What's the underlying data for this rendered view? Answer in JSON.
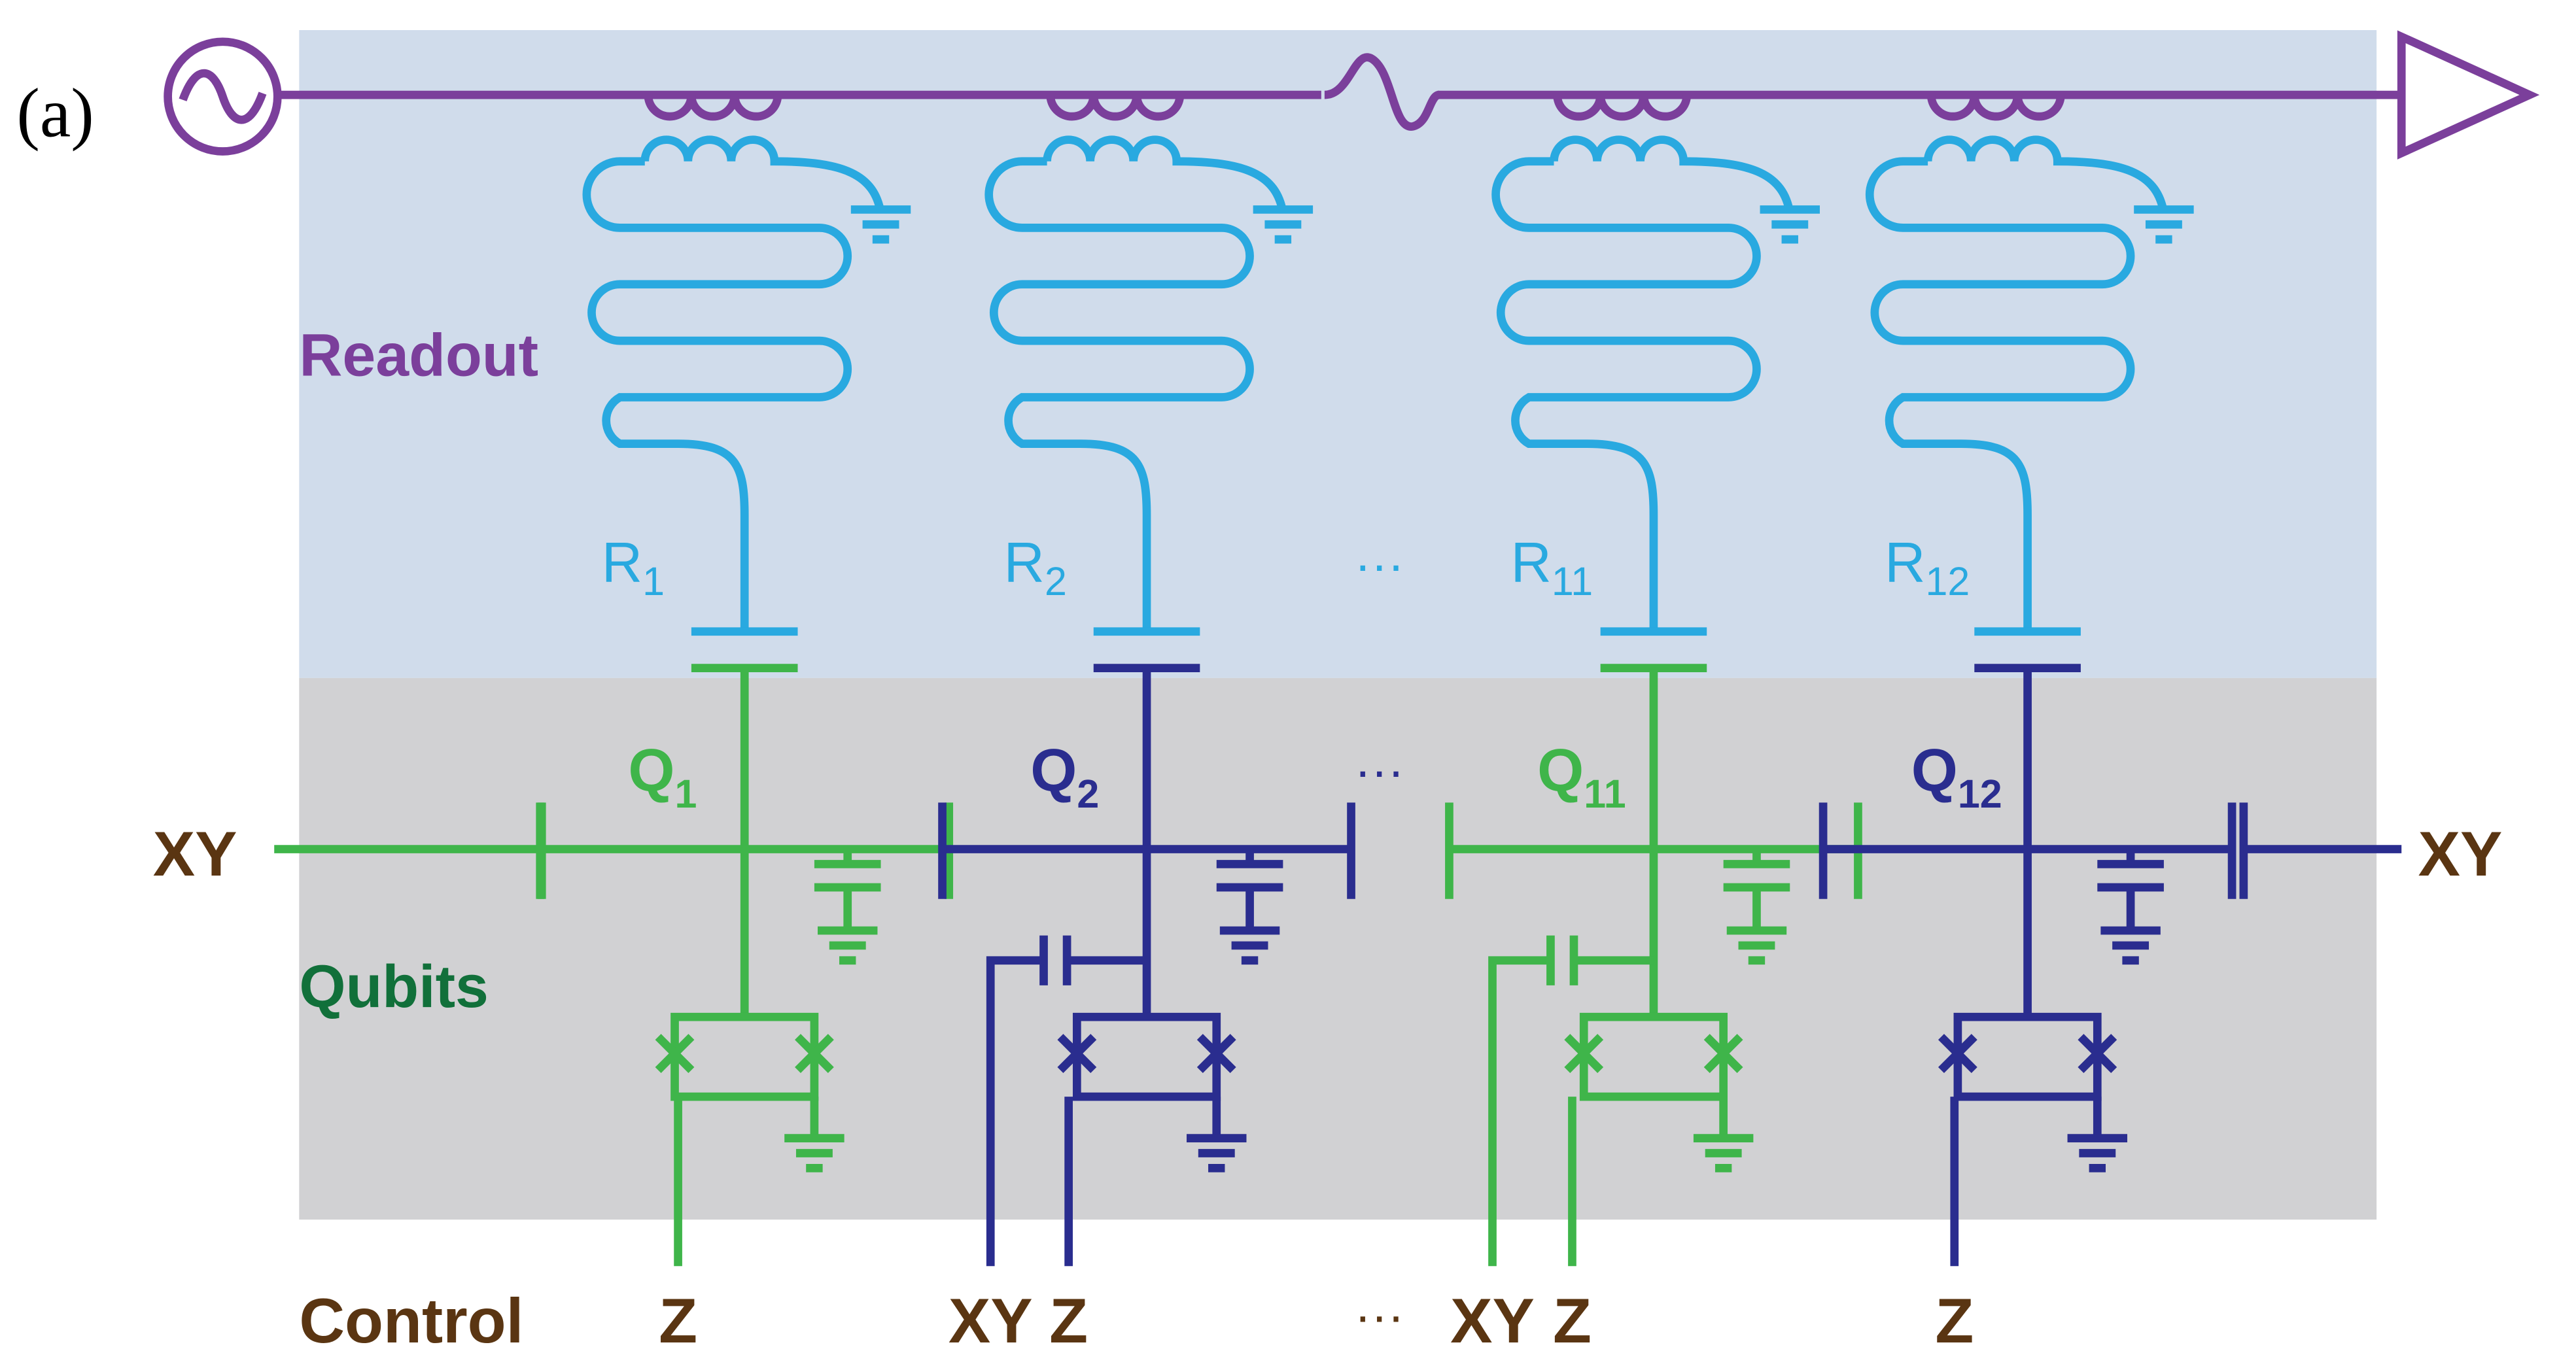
{
  "panel_label": "(a)",
  "sections": {
    "readout": "Readout",
    "qubits": "Qubits",
    "control": "Control"
  },
  "colors": {
    "readout_bg": "#d0dceb",
    "qubit_bg": "#d1d1d3",
    "feedline": "#7b3f9b",
    "resonator": "#29a9e0",
    "qubit_green": "#3fb54a",
    "qubit_navy": "#2a2d8f",
    "label_brown": "#5a3512",
    "label_green": "#11703a"
  },
  "left_xy": "XY",
  "right_xy": "XY",
  "ellipsis": "···",
  "units": [
    {
      "r_main": "R",
      "r_sub": "1",
      "q_main": "Q",
      "q_sub": "1",
      "color": "qubit_green",
      "controls": [
        "Z"
      ]
    },
    {
      "r_main": "R",
      "r_sub": "2",
      "q_main": "Q",
      "q_sub": "2",
      "color": "qubit_navy",
      "controls": [
        "XY",
        "Z"
      ]
    },
    {
      "r_main": "R",
      "r_sub": "11",
      "q_main": "Q",
      "q_sub": "11",
      "color": "qubit_green",
      "controls": [
        "XY",
        "Z"
      ]
    },
    {
      "r_main": "R",
      "r_sub": "12",
      "q_main": "Q",
      "q_sub": "12",
      "color": "qubit_navy",
      "controls": [
        "Z"
      ]
    }
  ]
}
